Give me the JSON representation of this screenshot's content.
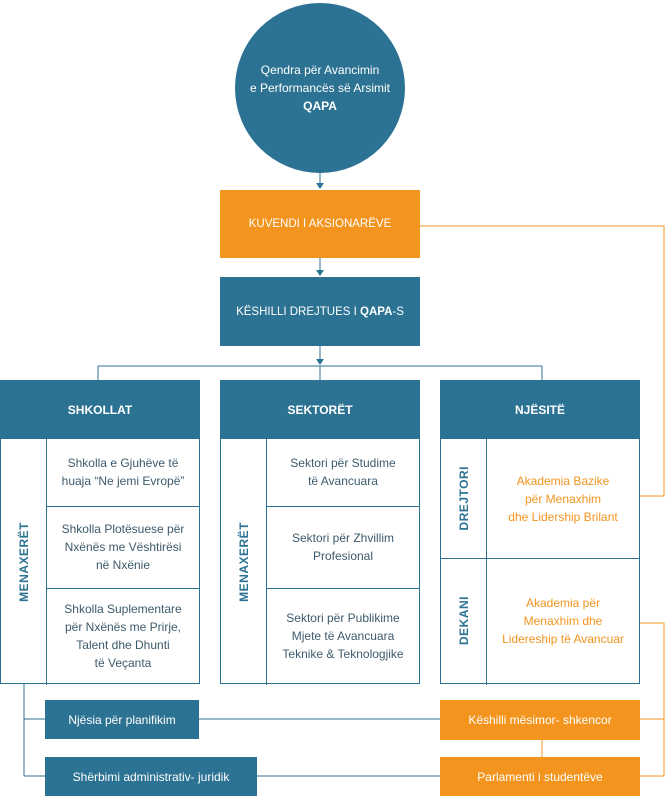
{
  "center": {
    "line1": "Qendra për Avancimin",
    "line2": "e Performancës së Arsimit",
    "line3": "QAPA"
  },
  "kuvendi": "KUVENDI I AKSIONARËVE",
  "keshilli": {
    "text": "KËSHILLI DREJTUES I ",
    "bold": "QAPA",
    "suffix": "-S"
  },
  "shkollat": {
    "title": "SHKOLLAT",
    "side": "MENAXERËT",
    "items": [
      [
        "Shkolla e Gjuhëve të",
        "huaja “Ne jemi Evropë”"
      ],
      [
        "Shkolla Plotësuese për",
        "Nxënës me Vështirësi",
        "në Nxënie"
      ],
      [
        "Shkolla Suplementare",
        "për Nxënës me Prirje,",
        "Talent dhe Dhunti",
        "të Veçanta"
      ]
    ]
  },
  "sektoret": {
    "title": "SEKTORËT",
    "side": "MENAXERËT",
    "items": [
      [
        "Sektori për Studime",
        "të Avancuara"
      ],
      [
        "Sektori për Zhvillim",
        "Profesional"
      ],
      [
        "Sektori për Publikime",
        "Mjete të Avancuara",
        "Teknike & Teknologjike"
      ]
    ]
  },
  "njesite": {
    "title": "NJËSITË",
    "rows": [
      {
        "side": "DREJTORI",
        "lines": [
          "Akademia  Bazike",
          "për Menaxhim",
          "dhe Lidership Brilant"
        ]
      },
      {
        "side": "DEKANI",
        "lines": [
          "Akademia për",
          "Menaxhim dhe",
          "Lidereship të Avancuar"
        ]
      }
    ]
  },
  "bottom": {
    "planifikim": "Njësia për planifikim",
    "sherbimi": "Shërbimi administrativ- juridik",
    "keshilli_mesimor": "Këshilli mësimor- shkencor",
    "parlamenti": "Parlamenti i studentëve"
  },
  "colors": {
    "blue": "#2c7293",
    "orange": "#f3941e"
  }
}
